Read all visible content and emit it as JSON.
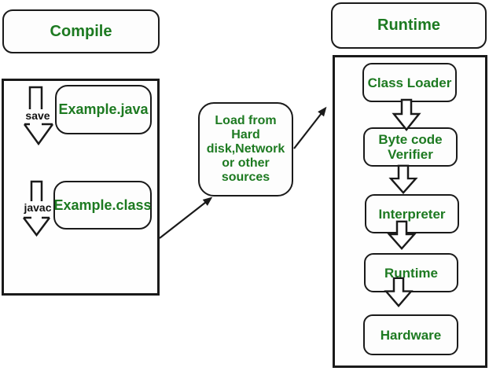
{
  "colors": {
    "accent_green": "#1d7a21",
    "line_black": "#1a1a1a",
    "background": "#ffffff"
  },
  "headers": {
    "compile": "Compile",
    "runtime": "Runtime"
  },
  "compile_flow": {
    "save_step": "save",
    "source_file": "Example.java",
    "javac_step": "javac",
    "compiled_file": "Example.class"
  },
  "load_box": {
    "lines": [
      "Load from",
      "Hard",
      "disk,Network",
      "or other",
      "sources"
    ]
  },
  "runtime_flow": {
    "stages": [
      "Class Loader",
      "Byte code Verifier",
      "Interpreter",
      "Runtime",
      "Hardware"
    ]
  }
}
